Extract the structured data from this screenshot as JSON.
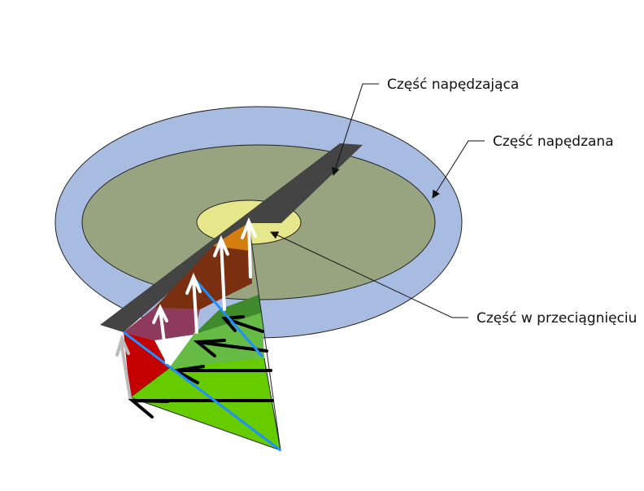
{
  "labels": {
    "driving": "Część napędzająca",
    "driven": "Część napędzana",
    "stall": "Część w przeciągnięciu"
  },
  "colors": {
    "outer_ring": "#a8bbe0",
    "middle_disk": "#97a47f",
    "inner_disk": "#e6e68a",
    "blade": "#444444",
    "green": "#66cc00",
    "blue_line": "#1e90ff",
    "red": "#c40000",
    "magenta": "#8e3a5c",
    "brown": "#7a3010",
    "orange": "#d47f10"
  }
}
